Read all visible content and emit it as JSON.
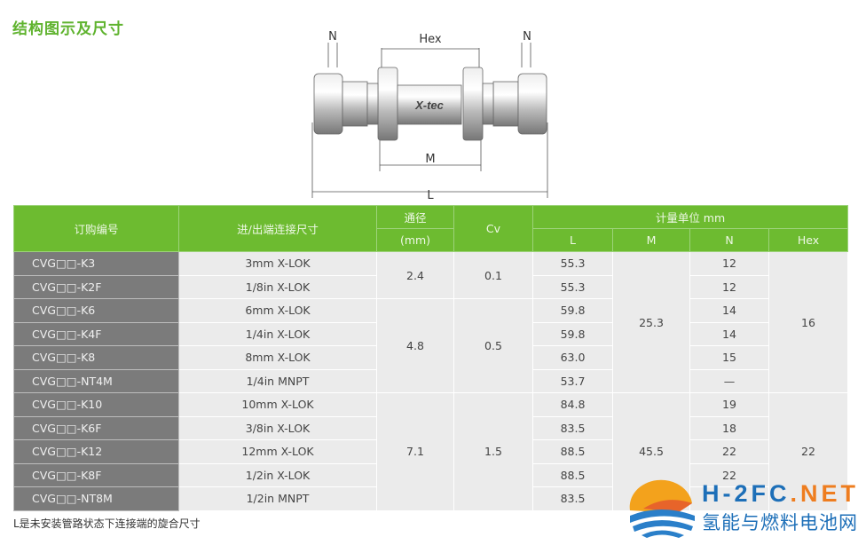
{
  "title": "结构图示及尺寸",
  "diagram": {
    "n_left": "N",
    "hex": "Hex",
    "n_right": "N",
    "m": "M",
    "l": "L",
    "brand": "X-tec"
  },
  "table": {
    "headers": {
      "order_no": "订购编号",
      "connection": "进/出端连接尺寸",
      "bore": "通径",
      "bore_unit": "(mm)",
      "cv": "Cv",
      "unit_group": "计量单位 mm",
      "l": "L",
      "m": "M",
      "n": "N",
      "hex": "Hex"
    },
    "rows": [
      {
        "code": "CVG□□-K3",
        "conn": "3mm X-LOK",
        "l": "55.3",
        "n": "12"
      },
      {
        "code": "CVG□□-K2F",
        "conn": "1/8in X-LOK",
        "l": "55.3",
        "n": "12"
      },
      {
        "code": "CVG□□-K6",
        "conn": "6mm X-LOK",
        "l": "59.8",
        "n": "14"
      },
      {
        "code": "CVG□□-K4F",
        "conn": "1/4in X-LOK",
        "l": "59.8",
        "n": "14"
      },
      {
        "code": "CVG□□-K8",
        "conn": "8mm X-LOK",
        "l": "63.0",
        "n": "15"
      },
      {
        "code": "CVG□□-NT4M",
        "conn": "1/4in MNPT",
        "l": "53.7",
        "n": "—"
      },
      {
        "code": "CVG□□-K10",
        "conn": "10mm X-LOK",
        "l": "84.8",
        "n": "19"
      },
      {
        "code": "CVG□□-K6F",
        "conn": "3/8in X-LOK",
        "l": "83.5",
        "n": "18"
      },
      {
        "code": "CVG□□-K12",
        "conn": "12mm X-LOK",
        "l": "88.5",
        "n": "22"
      },
      {
        "code": "CVG□□-K8F",
        "conn": "1/2in X-LOK",
        "l": "88.5",
        "n": "22"
      },
      {
        "code": "CVG□□-NT8M",
        "conn": "1/2in MNPT",
        "l": "83.5",
        "n": ""
      }
    ],
    "groups": {
      "bore": [
        "2.4",
        "4.8",
        "7.1"
      ],
      "cv": [
        "0.1",
        "0.5",
        "1.5"
      ],
      "m": [
        "25.3",
        "45.5"
      ],
      "hex": [
        "16",
        "22"
      ]
    }
  },
  "note": "L是未安装管路状态下连接端的旋合尺寸",
  "watermark": {
    "en_a": "H-2FC",
    "en_b": ".N",
    "en_c": "ET",
    "cn": "氢能与燃料电池网"
  }
}
